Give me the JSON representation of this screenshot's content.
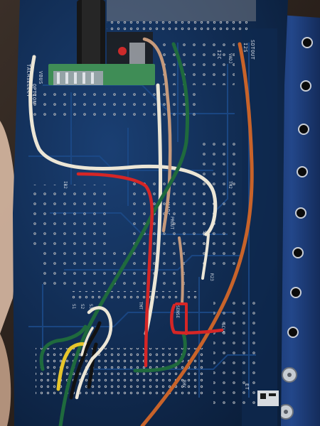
{
  "scene": {
    "subject": "pcb-underside-with-jumper-wires",
    "silkscreen": {
      "tach_select": "TACHSELECT",
      "option": "OPTION",
      "vbus": "VBUS",
      "sdtout": "SDTOUT",
      "i2s": "I2S",
      "vadc": "VADC",
      "vadj": "VADJ",
      "i2c": "I2C",
      "ir2": "IR2",
      "tm2": "TM2",
      "prout": "PROUT",
      "sr": "SR",
      "r23": "R23",
      "tmt": "TMT",
      "sense": "SENSE",
      "s1": "S1",
      "s2": "S2",
      "s3": "S3",
      "sclk": "SCLK",
      "et": "ET",
      "rhv": "RHV"
    },
    "wire_colors": {
      "white": "#ece6d6",
      "orange": "#c8632a",
      "tan": "#c69a7c",
      "green": "#1f6a3d",
      "red": "#d52626",
      "yellow": "#e6c52b",
      "black": "#121212"
    },
    "board_color": "#0f2b52",
    "side_panel_color": "#1e3c78",
    "connector_color": "#3f8d56"
  }
}
